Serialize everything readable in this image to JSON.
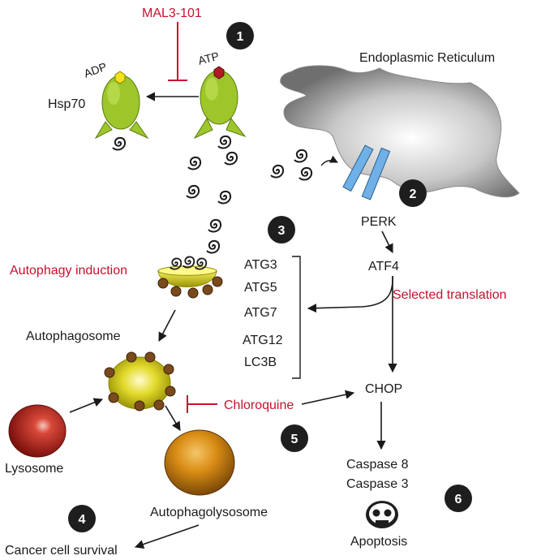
{
  "labels": {
    "mal3": "MAL3-101",
    "er": "Endoplasmic Reticulum",
    "adp": "ADP",
    "atp": "ATP",
    "hsp70": "Hsp70",
    "perk": "PERK",
    "atf4": "ATF4",
    "selected_translation": "Selected translation",
    "autophagy_induction": "Autophagy induction",
    "autophagosome": "Autophagosome",
    "atg3": "ATG3",
    "atg5": "ATG5",
    "atg7": "ATG7",
    "atg12": "ATG12",
    "lc3b": "LC3B",
    "chloroquine": "Chloroquine",
    "chop": "CHOP",
    "lysosome": "Lysosome",
    "autophagolysosome": "Autophagolysosome",
    "caspase8": "Caspase 8",
    "caspase3": "Caspase 3",
    "apoptosis": "Apoptosis",
    "cancer_survival": "Cancer cell survival"
  },
  "steps": [
    "1",
    "2",
    "3",
    "4",
    "5",
    "6"
  ],
  "colors": {
    "hsp_green": "#9dc62a",
    "inhibit_red": "#c8102e",
    "perk_blue": "#6fb1e6",
    "adp_yellow": "#f5e11d",
    "atp_red": "#b01c22",
    "vesicle_yellow": "#d9d10e",
    "bead_brown": "#7a4a1c",
    "lysosome_red": "#b8211b",
    "autophagolysosome_orange": "#d98c14",
    "badge_black": "#1e1e1e"
  }
}
